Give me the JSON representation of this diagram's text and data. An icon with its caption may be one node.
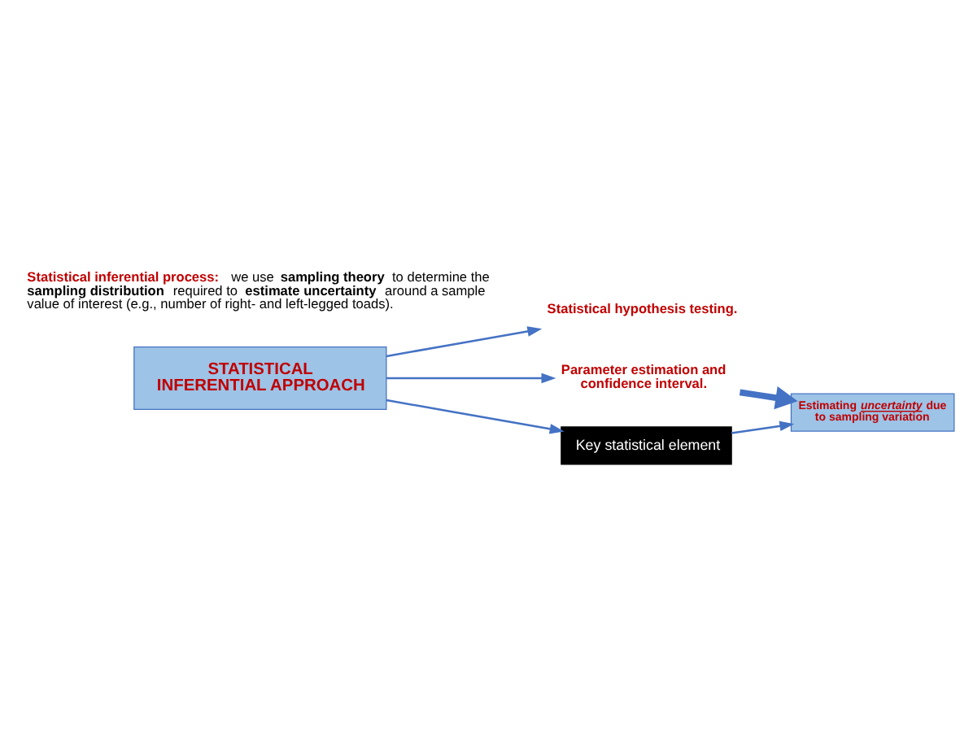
{
  "diagram": {
    "nodes": [
      {
        "text": [
          "STATISTICAL INFERENTIAL APPROACH"
        ]
      },
      {
        "text": [
          "Statistical hypothesis testing."
        ]
      },
      {
        "text": [
          "Parameter estimation and confidence interval."
        ]
      },
      {
        "text": [
          "Key statistical element"
        ]
      },
      {
        "text": [
          "Estimating *uncertainty* due to sampling variation"
        ]
      }
    ],
    "edges": [
      {
        "from": 0,
        "to": 1,
        "arrow": "to"
      },
      {
        "from": 0,
        "to": 2,
        "arrow": "to"
      },
      {
        "from": 0,
        "to": 3,
        "arrow": "to"
      },
      {
        "from": 3,
        "to": 4,
        "arrow": "to"
      },
      {
        "from": 2,
        "to": 4,
        "arrow": "to",
        "style": "thick"
      }
    ],
    "labels": [
      "**Statistical inferential process:** we use **sampling theory** to determine the **sampling distribution** required to **estimate uncertainty** around a sample value of interest (e.g., number of right- and left-legged toads)."
    ]
  }
}
